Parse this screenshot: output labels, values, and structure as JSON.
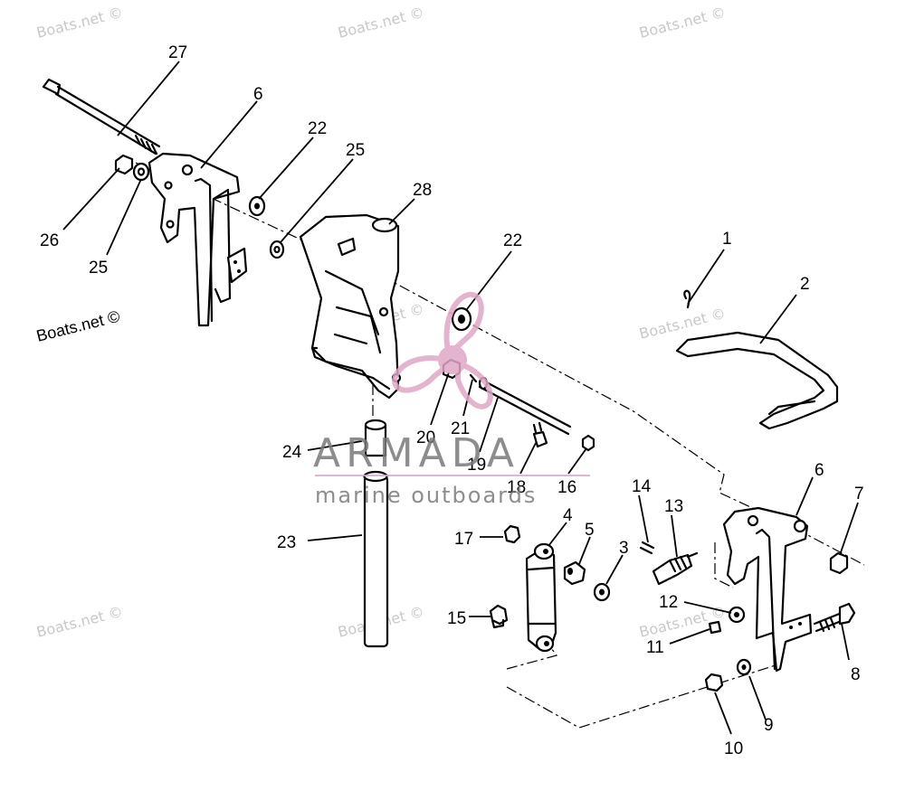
{
  "watermarks": [
    "Boats.net ©",
    "Boats.net ©",
    "Boats.net ©",
    "Boats.net ©",
    "Boats.net ©",
    "Boats.net ©",
    "Boats.net ©",
    "Boats.net ©"
  ],
  "brand": {
    "name": "ARMADA",
    "tagline": "marine outboards",
    "accent": "#e0a6c6"
  },
  "callouts": [
    "27",
    "6",
    "22",
    "25",
    "28",
    "26",
    "25",
    "22",
    "1",
    "2",
    "20",
    "21",
    "19",
    "24",
    "18",
    "16",
    "6",
    "7",
    "14",
    "13",
    "4",
    "5",
    "17",
    "3",
    "23",
    "12",
    "15",
    "11",
    "8",
    "9",
    "10"
  ],
  "colors": {
    "line": "#000000",
    "watermark": "#c8c8c8",
    "logo_pink": "#e0a6c6",
    "logo_text": "#7a7a7a"
  }
}
